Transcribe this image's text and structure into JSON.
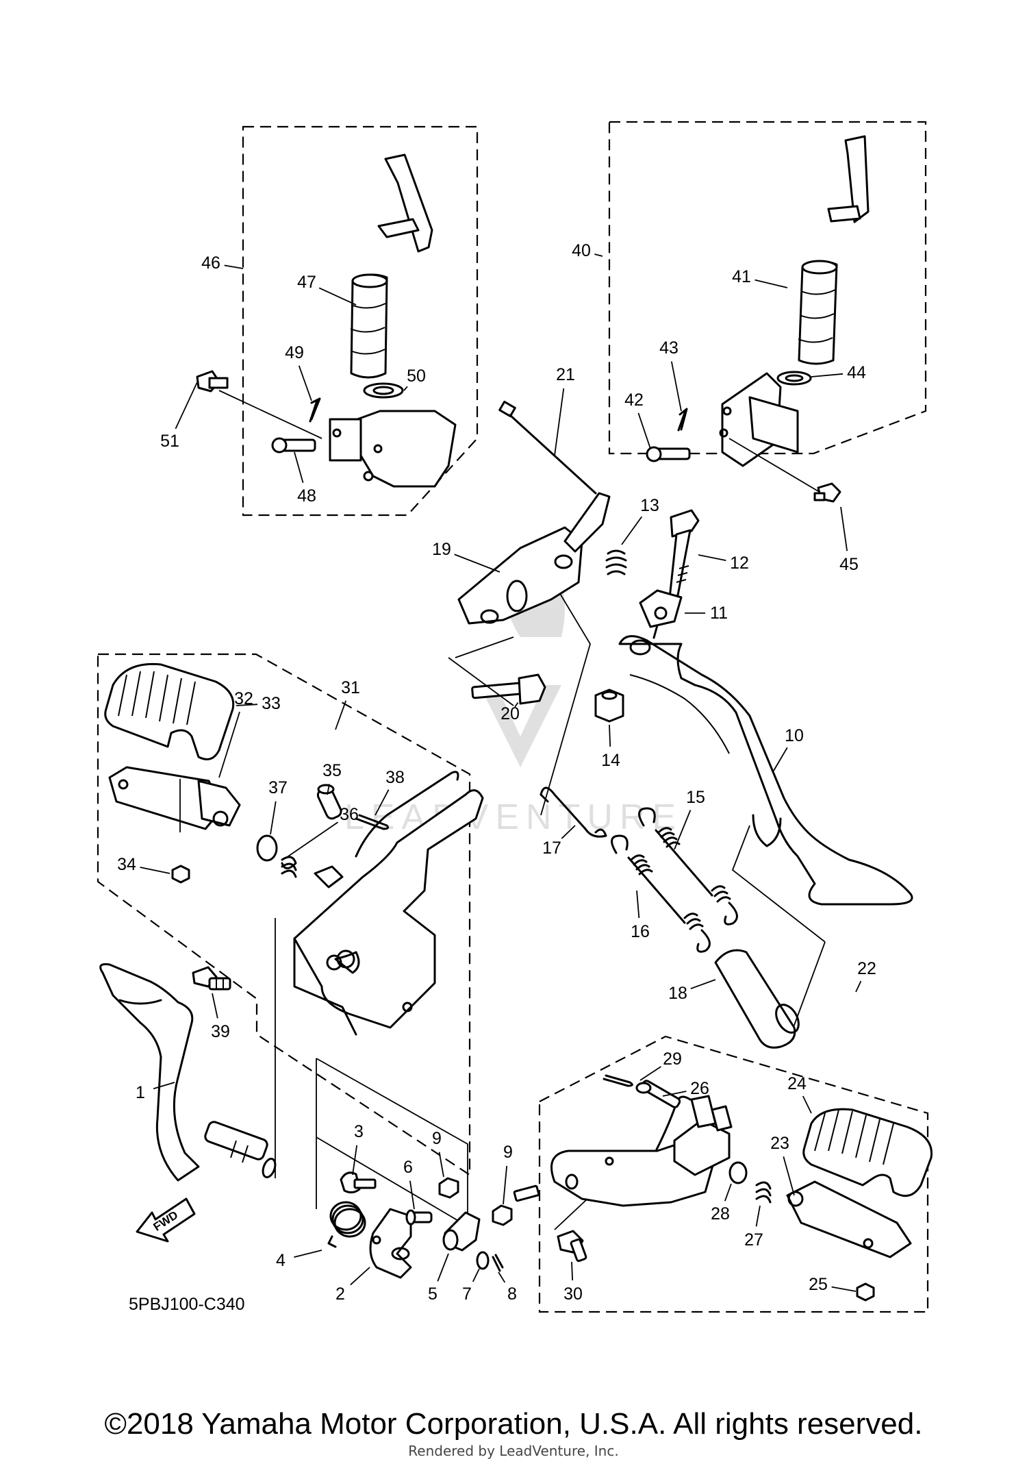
{
  "diagram": {
    "code": "5PBJ100-C340",
    "direction_label": "FWD",
    "copyright": "©2018 Yamaha Motor Corporation, U.S.A. All rights reserved.",
    "rendered_by": "Rendered by LeadVenture, Inc.",
    "watermark": "LEADVENTURE",
    "parts": [
      "1",
      "2",
      "3",
      "4",
      "5",
      "6",
      "7",
      "8",
      "9",
      "9",
      "10",
      "11",
      "12",
      "13",
      "14",
      "15",
      "16",
      "17",
      "18",
      "19",
      "20",
      "21",
      "22",
      "23",
      "24",
      "25",
      "26",
      "27",
      "28",
      "29",
      "30",
      "31",
      "32",
      "33",
      "34",
      "35",
      "36",
      "37",
      "38",
      "39",
      "40",
      "41",
      "42",
      "43",
      "44",
      "45",
      "46",
      "47",
      "48",
      "49",
      "50",
      "51"
    ]
  }
}
